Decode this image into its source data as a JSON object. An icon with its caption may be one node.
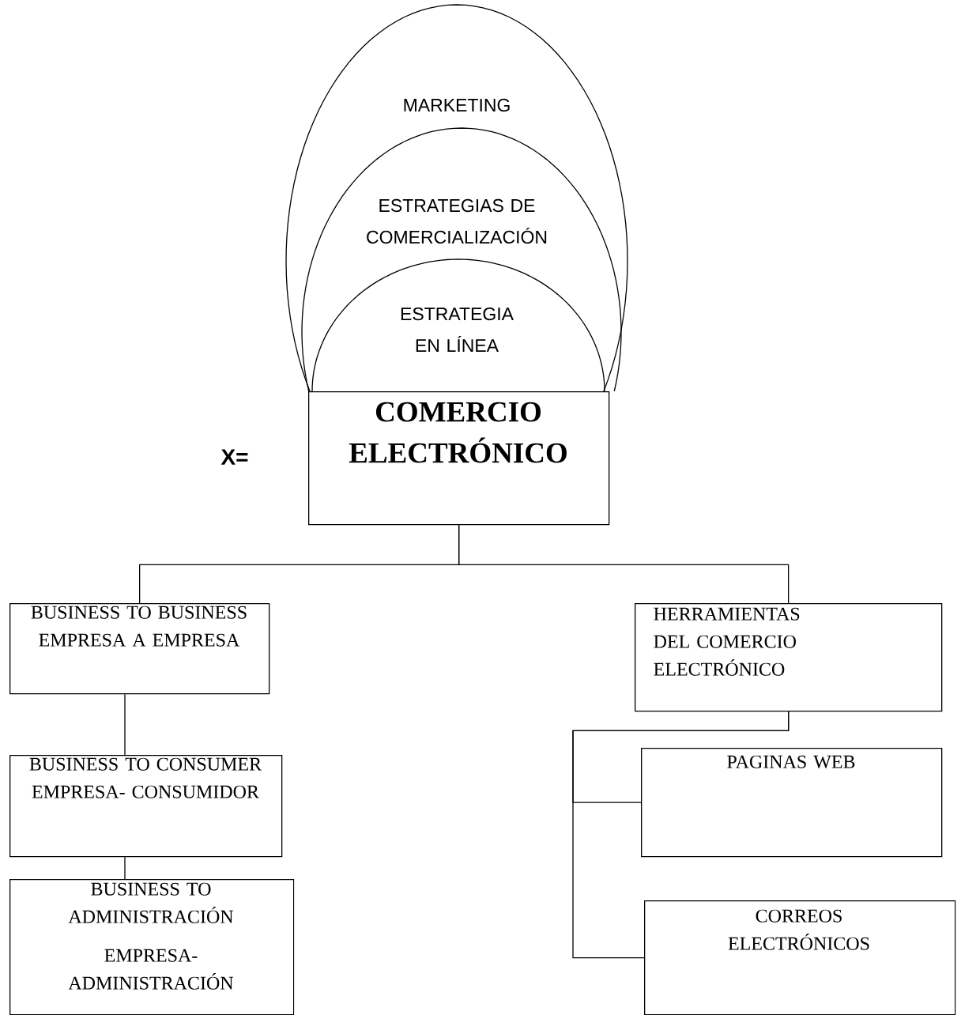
{
  "diagram": {
    "nodes": [
      {
        "text": [
          "MARKETING"
        ]
      },
      {
        "text": [
          "ESTRATEGIAS DE COMERCIALIZACIÓN"
        ],
        "in": 0
      },
      {
        "text": [
          "ESTRATEGIA EN LÍNEA"
        ],
        "in": 1
      },
      {
        "text": [
          "COMERCIO ELECTRÓNICO"
        ]
      },
      {
        "text": [
          "BUSINESS TO BUSINESS EMPRESA A EMPRESA"
        ]
      },
      {
        "text": [
          "BUSINESS TO CONSUMER EMPRESA- CONSUMIDOR"
        ]
      },
      {
        "text": [
          "BUSINESS TO ADMINISTRACIÓN",
          "EMPRESA- ADMINISTRACIÓN"
        ]
      },
      {
        "text": [
          "HERRAMIENTAS DEL COMERCIO ELECTRÓNICO"
        ]
      },
      {
        "text": [
          "PAGINAS WEB"
        ]
      },
      {
        "text": [
          "CORREOS ELECTRÓNICOS"
        ]
      }
    ],
    "edges": [
      {
        "from": 3,
        "to": 4,
        "arrow": "none"
      },
      {
        "from": 3,
        "to": 7,
        "arrow": "none"
      },
      {
        "from": 4,
        "to": 5,
        "arrow": "none"
      },
      {
        "from": 5,
        "to": 6,
        "arrow": "none"
      },
      {
        "from": 7,
        "to": 8,
        "arrow": "none"
      },
      {
        "from": 7,
        "to": 9,
        "arrow": "none"
      }
    ],
    "labels": [
      "X="
    ]
  }
}
